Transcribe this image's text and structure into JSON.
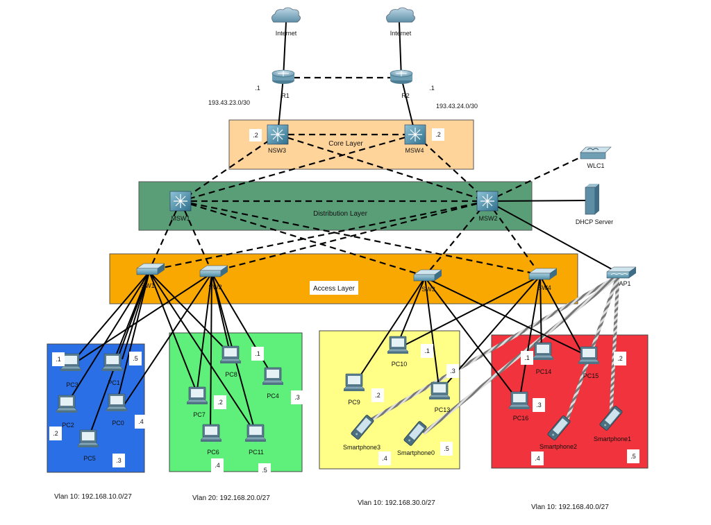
{
  "layers": {
    "core": "Core Layer",
    "distribution": "Distribution Layer",
    "access": "Access Layer"
  },
  "devices": {
    "internet1": "Internet",
    "internet2": "Internet",
    "r1": "R1",
    "r2": "R2",
    "nsw3": "NSW3",
    "msw4": "MSW4",
    "msw1": "MSW1",
    "msw2": "MSW2",
    "wlc1": "WLC1",
    "dhcp": "DHCP Server",
    "sw1": "SW1",
    "sw2": "SW2",
    "sw3": "SW3",
    "sw4": "SW4",
    "ap1": "AP1",
    "pc0": "PC0",
    "pc1": "PC1",
    "pc2": "PC2",
    "pc3": "PC3",
    "pc5": "PC5",
    "pc4": "PC4",
    "pc6": "PC6",
    "pc7": "PC7",
    "pc8": "PC8",
    "pc11": "PC11",
    "pc9": "PC9",
    "pc10": "PC10",
    "pc13": "PC13",
    "smartphone3": "Smartphone3",
    "smartphone0": "Smartphone0",
    "pc14": "PC14",
    "pc15": "PC15",
    "pc16": "PC16",
    "smartphone2": "Smartphone2",
    "smartphone1": "Smartphone1"
  },
  "networks": {
    "r1_net": "193.43.23.0/30",
    "r2_net": "193.43.24.0/30"
  },
  "host_ids": {
    "r1": ".1",
    "r2": ".1",
    "nsw3": ".2",
    "msw4": ".2",
    "b_pc3": ".1",
    "b_pc1": ".5",
    "b_pc2": ".2",
    "b_pc0": ".4",
    "b_pc5": ".3",
    "g_pc8": ".1",
    "g_pc4": ".3",
    "g_pc7": ".2",
    "g_pc6": ".4",
    "g_pc11": ".5",
    "y_pc10": ".1",
    "y_pc13": ".3",
    "y_pc9": ".2",
    "y_sp3": ".4",
    "y_sp0": ".5",
    "r_pc14": ".1",
    "r_pc15": ".2",
    "r_pc16": ".3",
    "r_sp2": ".4",
    "r_sp1": ".5"
  },
  "vlans": {
    "blue": "Vlan 10: 192.168.10.0/27",
    "green": "Vlan 20: 192.168.20.0/27",
    "yellow": "Vlan 10: 192.168.30.0/27",
    "red": "Vlan 10: 192.168.40.0/27"
  },
  "colors": {
    "core_zone": "#ffd49b",
    "distribution_zone": "#5a9e78",
    "access_zone": "#f8a800",
    "vlan_blue": "#2a6fe6",
    "vlan_green": "#5ef07a",
    "vlan_yellow": "#ffff88",
    "vlan_red": "#f0333c"
  }
}
